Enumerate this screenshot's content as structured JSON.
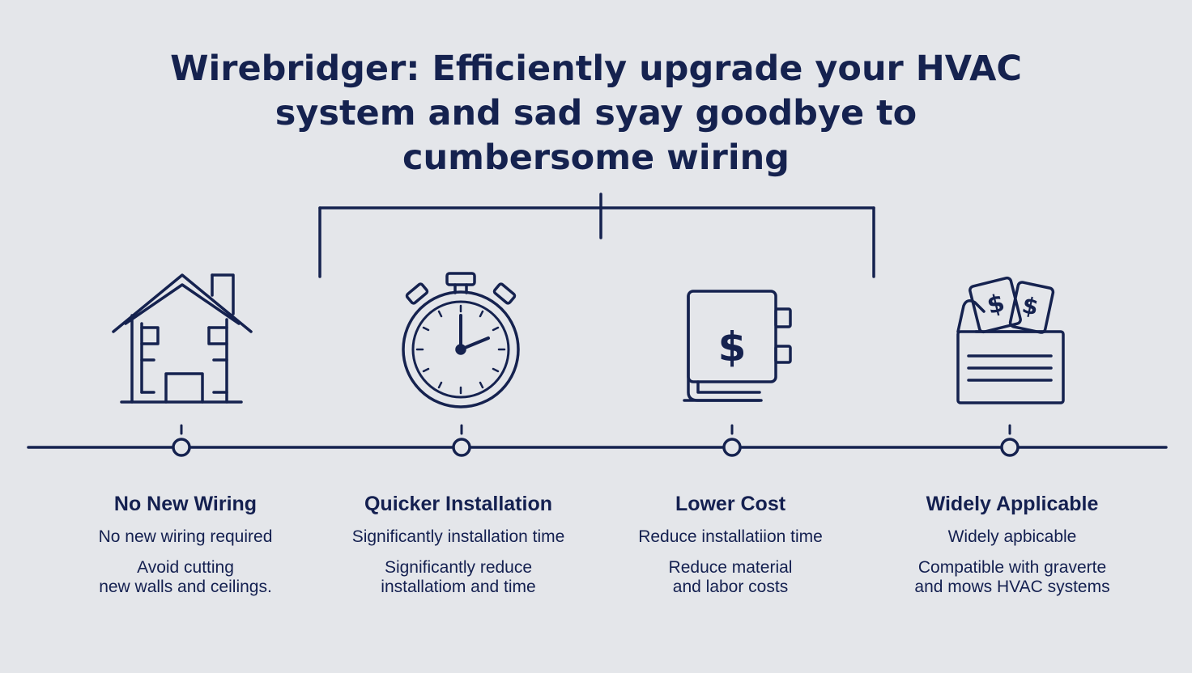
{
  "title": {
    "line1": "Wirebridger: Efficiently upgrade your HVAC",
    "line2": "system and sad syay goodbye to",
    "line3": "cumbersome wiring"
  },
  "colors": {
    "background": "#e4e6ea",
    "ink": "#15224f"
  },
  "features": [
    {
      "icon": "house-icon",
      "heading": "No New Wiring",
      "line1": "No new wiring required",
      "line2a": "Avoid cutting",
      "line2b": "new walls and ceilings."
    },
    {
      "icon": "stopwatch-icon",
      "heading": "Quicker Installation",
      "line1": "Significantly installation time",
      "line2a": "Significantly reduce",
      "line2b": "installatiom and time"
    },
    {
      "icon": "dollar-book-icon",
      "heading": "Lower Cost",
      "line1": "Reduce installatiion time",
      "line2a": "Reduce material",
      "line2b": "and labor costs"
    },
    {
      "icon": "money-box-icon",
      "heading": "Widely Applicable",
      "line1": "Widely apbicable",
      "line2a": "Compatible with graverte",
      "line2b": "and mows HVAC systems"
    }
  ]
}
